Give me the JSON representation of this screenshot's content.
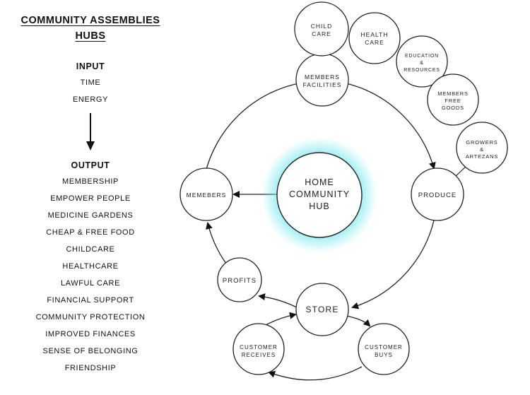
{
  "title_line1": "COMMUNITY ASSEMBLIES",
  "title_line2": "HUBS",
  "input": {
    "heading": "INPUT",
    "items": [
      "TIME",
      "ENERGY"
    ]
  },
  "output": {
    "heading": "OUTPUT",
    "items": [
      "MEMBERSHIP",
      "EMPOWER PEOPLE",
      "MEDICINE GARDENS",
      "CHEAP & FREE FOOD",
      "CHILDCARE",
      "HEALTHCARE",
      "LAWFUL CARE",
      "FINANCIAL SUPPORT",
      "COMMUNITY PROTECTION",
      "IMPROVED FINANCES",
      "SENSE OF BELONGING",
      "FRIENDSHIP"
    ]
  },
  "hub": {
    "lines": [
      "HOME",
      "COMMUNITY",
      "HUB"
    ]
  },
  "nodes": {
    "members_facilities": [
      "MEMBERS",
      "FACILITIES"
    ],
    "produce": [
      "PRODUCE"
    ],
    "store": [
      "STORE"
    ],
    "profits": [
      "PROFITS"
    ],
    "memebers": [
      "MEMEBERS"
    ],
    "customer_receives": [
      "CUSTOMER",
      "RECEIVES"
    ],
    "customer_buys": [
      "CUSTOMER",
      "BUYS"
    ]
  },
  "facilities": {
    "child_care": [
      "CHILD",
      "CARE"
    ],
    "health_care": [
      "HEALTH",
      "CARE"
    ],
    "education_resources": [
      "EDUCATION",
      "&",
      "RESOURCES"
    ],
    "members_free_goods": [
      "MEMBERS",
      "FREE",
      "GOODS"
    ],
    "growers_artezans": [
      "GROWERS",
      "&",
      "ARTEZANS"
    ]
  },
  "colors": {
    "glow": "#5fe3ea",
    "line": "#222222"
  }
}
